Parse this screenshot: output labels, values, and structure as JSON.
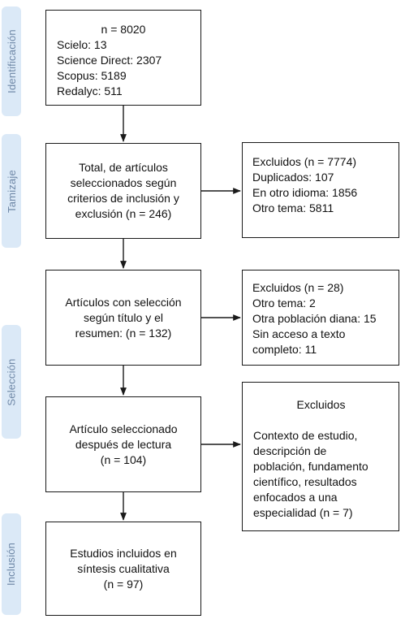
{
  "phases": {
    "identificacion": "Identificación",
    "tamizaje": "Tamizaje",
    "seleccion": "Selección",
    "inclusion": "Inclusión"
  },
  "boxes": {
    "identification": [
      "n = 8020",
      "Scielo: 13",
      "Science Direct: 2307",
      "Scopus: 5189",
      "Redalyc: 511"
    ],
    "screening": [
      "Total, de artículos",
      "seleccionados según",
      "criterios de inclusión y",
      "exclusión (n = 246)"
    ],
    "excluded_1": [
      "Excluidos (n = 7774)",
      "Duplicados: 107",
      "En otro idioma: 1856",
      "Otro tema: 5811"
    ],
    "title_abstract": [
      "Artículos con selección",
      "según título y el",
      "resumen: (n = 132)"
    ],
    "excluded_2": [
      "Excluidos (n = 28)",
      "Otro tema: 2",
      "Otra población diana: 15",
      "Sin acceso a texto",
      "completo: 11"
    ],
    "full_text": [
      "Artículo seleccionado",
      "después de lectura",
      "(n = 104)"
    ],
    "excluded_3_title": "Excluidos",
    "excluded_3": [
      "Contexto de estudio,",
      "descripción de",
      "población, fundamento",
      "científico, resultados",
      "enfocados a una",
      "especialidad (n = 7)"
    ],
    "included": [
      "Estudios incluidos en",
      "síntesis cualitativa",
      "(n = 97)"
    ]
  }
}
